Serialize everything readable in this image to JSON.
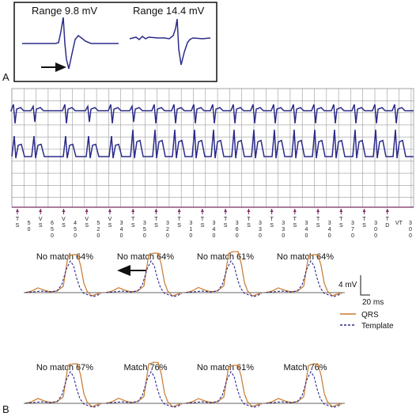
{
  "panel_a": {
    "label": "A",
    "left_title": "Range 9.8 mV",
    "right_title": "Range 14.4 mV"
  },
  "panel_b": {
    "label": "B",
    "markers": [
      {
        "a": "T",
        "b": "S"
      },
      {
        "a": "5",
        "b": "0"
      },
      {
        "a": "V",
        "b": "S"
      },
      {
        "a": "6",
        "b": "5",
        "c": "0"
      },
      {
        "a": "V",
        "b": "S"
      },
      {
        "a": "4",
        "b": "5",
        "c": "0"
      },
      {
        "a": "V",
        "b": "S"
      },
      {
        "a": "5",
        "b": "2",
        "c": "0"
      },
      {
        "a": "V",
        "b": "S"
      },
      {
        "a": "3",
        "b": "4",
        "c": "0"
      },
      {
        "a": "T",
        "b": "S"
      },
      {
        "a": "3",
        "b": "5",
        "c": "0"
      },
      {
        "a": "T",
        "b": "S"
      },
      {
        "a": "3",
        "b": "2",
        "c": "0"
      },
      {
        "a": "T",
        "b": "S"
      },
      {
        "a": "3",
        "b": "1",
        "c": "0"
      },
      {
        "a": "T",
        "b": "S"
      },
      {
        "a": "3",
        "b": "4",
        "c": "0"
      },
      {
        "a": "T",
        "b": "S"
      },
      {
        "a": "3",
        "b": "6",
        "c": "0"
      },
      {
        "a": "T",
        "b": "S"
      },
      {
        "a": "3",
        "b": "3",
        "c": "0"
      },
      {
        "a": "T",
        "b": "S"
      },
      {
        "a": "3",
        "b": "3",
        "c": "0"
      },
      {
        "a": "T",
        "b": "S"
      },
      {
        "a": "3",
        "b": "4",
        "c": "0"
      },
      {
        "a": "T",
        "b": "S"
      },
      {
        "a": "3",
        "b": "4",
        "c": "0"
      },
      {
        "a": "T",
        "b": "S"
      },
      {
        "a": "3",
        "b": "7",
        "c": "0"
      },
      {
        "a": "T",
        "b": "S"
      },
      {
        "a": "3",
        "b": "0",
        "c": "0"
      },
      {
        "a": "T",
        "b": "D"
      },
      {
        "a": "VT"
      },
      {
        "a": "3",
        "b": "0",
        "c": "0"
      }
    ],
    "beats": [
      {
        "label": "No match 64%"
      },
      {
        "label": "No match 64%"
      },
      {
        "label": "No match 61%"
      },
      {
        "label": "No match 64%"
      },
      {
        "label": "No match 67%"
      },
      {
        "label": "Match 76%"
      },
      {
        "label": "No match 61%"
      },
      {
        "label": "Match 76%"
      }
    ],
    "scale": {
      "voltage": "4 mV",
      "time": "20 ms"
    },
    "legend": [
      {
        "name": "QRS",
        "color": "#c8782e",
        "style": "solid"
      },
      {
        "name": "Template",
        "color": "#2a2a8c",
        "style": "dashed"
      }
    ]
  },
  "colors": {
    "egm": "#2b2b8a",
    "grid": "#9a9a9a",
    "marker_line": "#7a2a66",
    "qrs": "#c8782e",
    "template": "#2a2a8c",
    "baseline": "#333333"
  }
}
